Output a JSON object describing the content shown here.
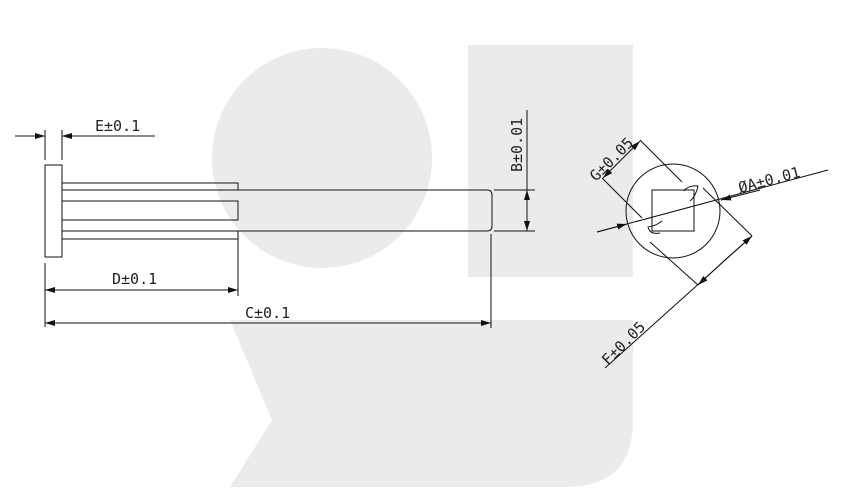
{
  "drawing": {
    "labels": {
      "E": "E±0.1",
      "D": "D±0.1",
      "C": "C±0.1",
      "B": "B±0.01",
      "G": "G±0.05",
      "A": "ØA±0.01",
      "F": "F±0.05"
    },
    "colors": {
      "line": "#111111",
      "watermark": "#ebebeb"
    }
  }
}
